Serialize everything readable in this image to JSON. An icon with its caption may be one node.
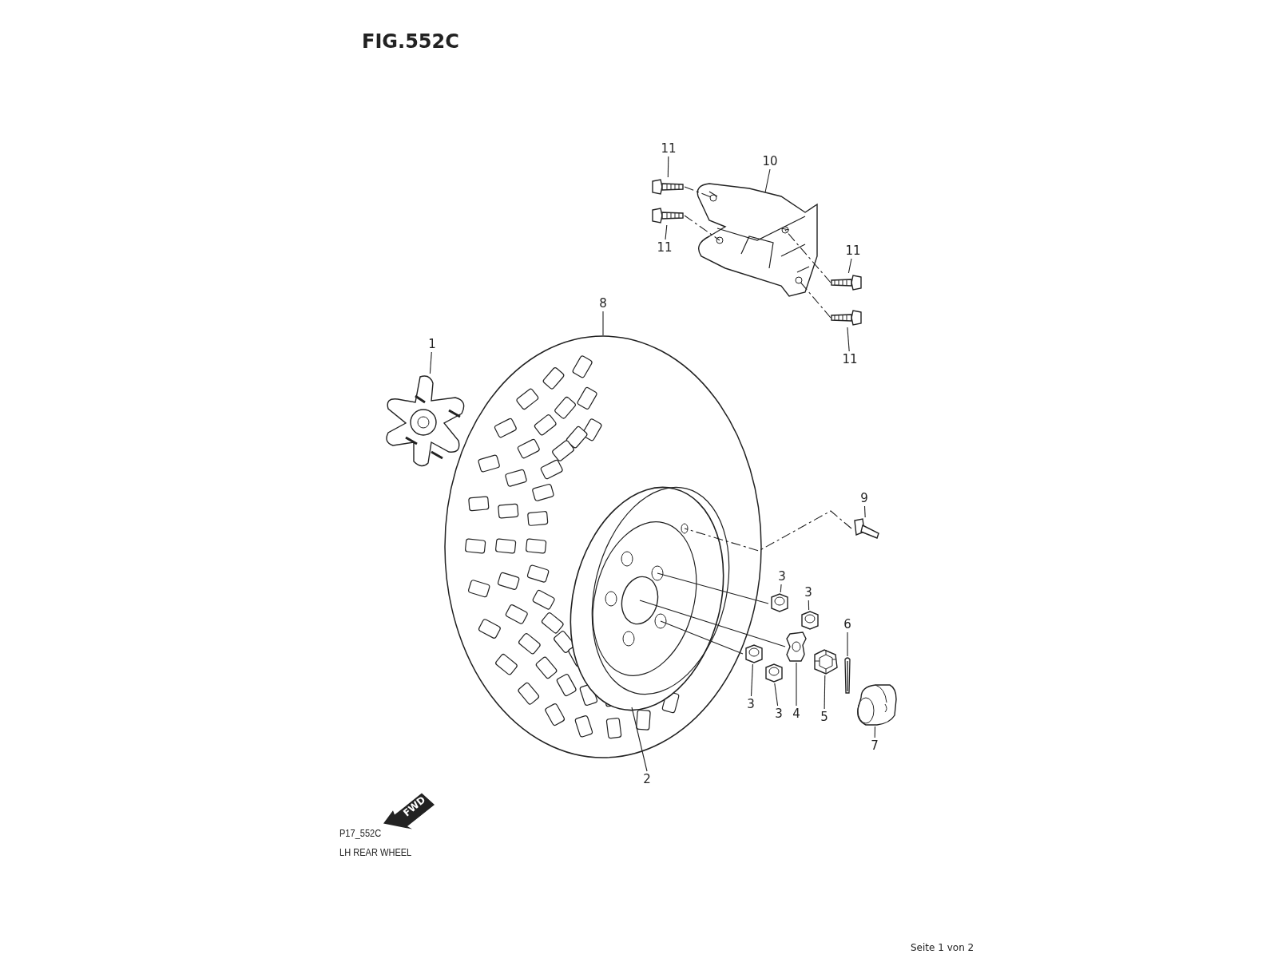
{
  "diagram": {
    "title": "FIG.552C",
    "caption": "LH REAR WHEEL",
    "nodes": [
      {
        "text": [
          "11"
        ]
      },
      {
        "text": [
          "11"
        ]
      },
      {
        "text": [
          "10"
        ]
      },
      {
        "text": [
          "11"
        ]
      },
      {
        "text": [
          "11"
        ]
      },
      {
        "text": [
          "8"
        ]
      },
      {
        "text": [
          "1"
        ]
      },
      {
        "text": [
          "9"
        ]
      },
      {
        "text": [
          "3"
        ]
      },
      {
        "text": [
          "3"
        ]
      },
      {
        "text": [
          "3"
        ]
      },
      {
        "text": [
          "3"
        ]
      },
      {
        "text": [
          "4"
        ]
      },
      {
        "text": [
          "5"
        ]
      },
      {
        "text": [
          "6"
        ]
      },
      {
        "text": [
          "7"
        ]
      },
      {
        "text": [
          "2"
        ]
      },
      {
        "text": [],
        "shape": "picture"
      },
      {
        "text": [],
        "shape": "picture"
      },
      {
        "text": [],
        "shape": "picture"
      },
      {
        "text": [],
        "shape": "picture"
      },
      {
        "text": [],
        "shape": "picture"
      },
      {
        "text": [],
        "shape": "picture"
      },
      {
        "text": [],
        "shape": "picture"
      },
      {
        "text": [],
        "shape": "picture"
      },
      {
        "text": [],
        "shape": "picture"
      },
      {
        "text": [],
        "shape": "picture"
      },
      {
        "text": [],
        "shape": "picture"
      },
      {
        "text": [],
        "shape": "picture"
      },
      {
        "text": [],
        "shape": "picture"
      },
      {
        "text": [],
        "shape": "picture"
      },
      {
        "text": [],
        "shape": "picture"
      },
      {
        "text": [],
        "shape": "picture"
      },
      {
        "text": [],
        "shape": "picture",
        "in": 22
      }
    ],
    "edges": [
      {
        "from": 0,
        "to": 17,
        "arrow": "none"
      },
      {
        "from": 1,
        "to": 18,
        "arrow": "none"
      },
      {
        "from": 2,
        "to": 19,
        "arrow": "none"
      },
      {
        "from": 3,
        "to": 20,
        "arrow": "none"
      },
      {
        "from": 4,
        "to": 21,
        "arrow": "none"
      },
      {
        "from": 5,
        "to": 22,
        "arrow": "none"
      },
      {
        "from": 6,
        "to": 23,
        "arrow": "none"
      },
      {
        "from": 7,
        "to": 24,
        "arrow": "none"
      },
      {
        "from": 8,
        "to": 25,
        "arrow": "none"
      },
      {
        "from": 9,
        "to": 26,
        "arrow": "none"
      },
      {
        "from": 10,
        "to": 27,
        "arrow": "none"
      },
      {
        "from": 11,
        "to": 28,
        "arrow": "none"
      },
      {
        "from": 12,
        "to": 29,
        "arrow": "none"
      },
      {
        "from": 13,
        "to": 30,
        "arrow": "none"
      },
      {
        "from": 14,
        "to": 31,
        "arrow": "none"
      },
      {
        "from": 15,
        "to": 32,
        "arrow": "none"
      },
      {
        "from": 16,
        "to": 33,
        "arrow": "none"
      },
      {
        "from": 17,
        "to": 19,
        "arrow": "none",
        "style": "dashed"
      },
      {
        "from": 18,
        "to": 19,
        "arrow": "none",
        "style": "dashed"
      },
      {
        "from": 20,
        "to": 19,
        "arrow": "none",
        "style": "dashed"
      },
      {
        "from": 21,
        "to": 19,
        "arrow": "none",
        "style": "dashed"
      },
      {
        "from": 24,
        "to": 33,
        "arrow": "none",
        "style": "dashed"
      },
      {
        "from": 33,
        "to": 25,
        "arrow": "none"
      },
      {
        "from": 33,
        "to": 29,
        "arrow": "none"
      },
      {
        "from": 33,
        "to": 27,
        "arrow": "none"
      }
    ],
    "labels": [
      "FWD",
      "P17_552C",
      "Seite 1 von 2"
    ]
  }
}
